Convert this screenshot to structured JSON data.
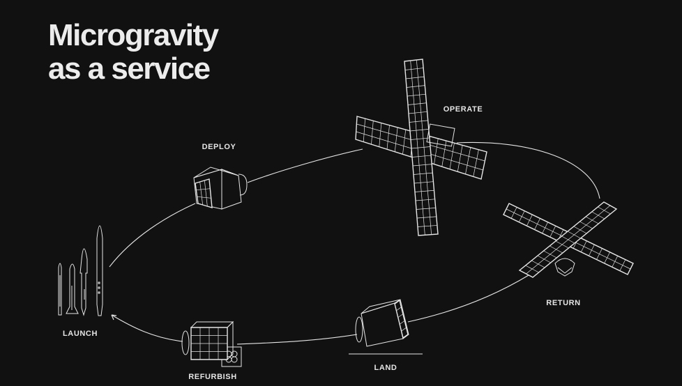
{
  "title": {
    "line1": "Microgravity",
    "line2": "as a service"
  },
  "stages": {
    "launch": "LAUNCH",
    "deploy": "DEPLOY",
    "operate": "OPERATE",
    "return": "RETURN",
    "land": "LAND",
    "refurbish": "REFURBISH"
  },
  "colors": {
    "background": "#111111",
    "line": "#e6e6e6",
    "title": "#ececec"
  }
}
